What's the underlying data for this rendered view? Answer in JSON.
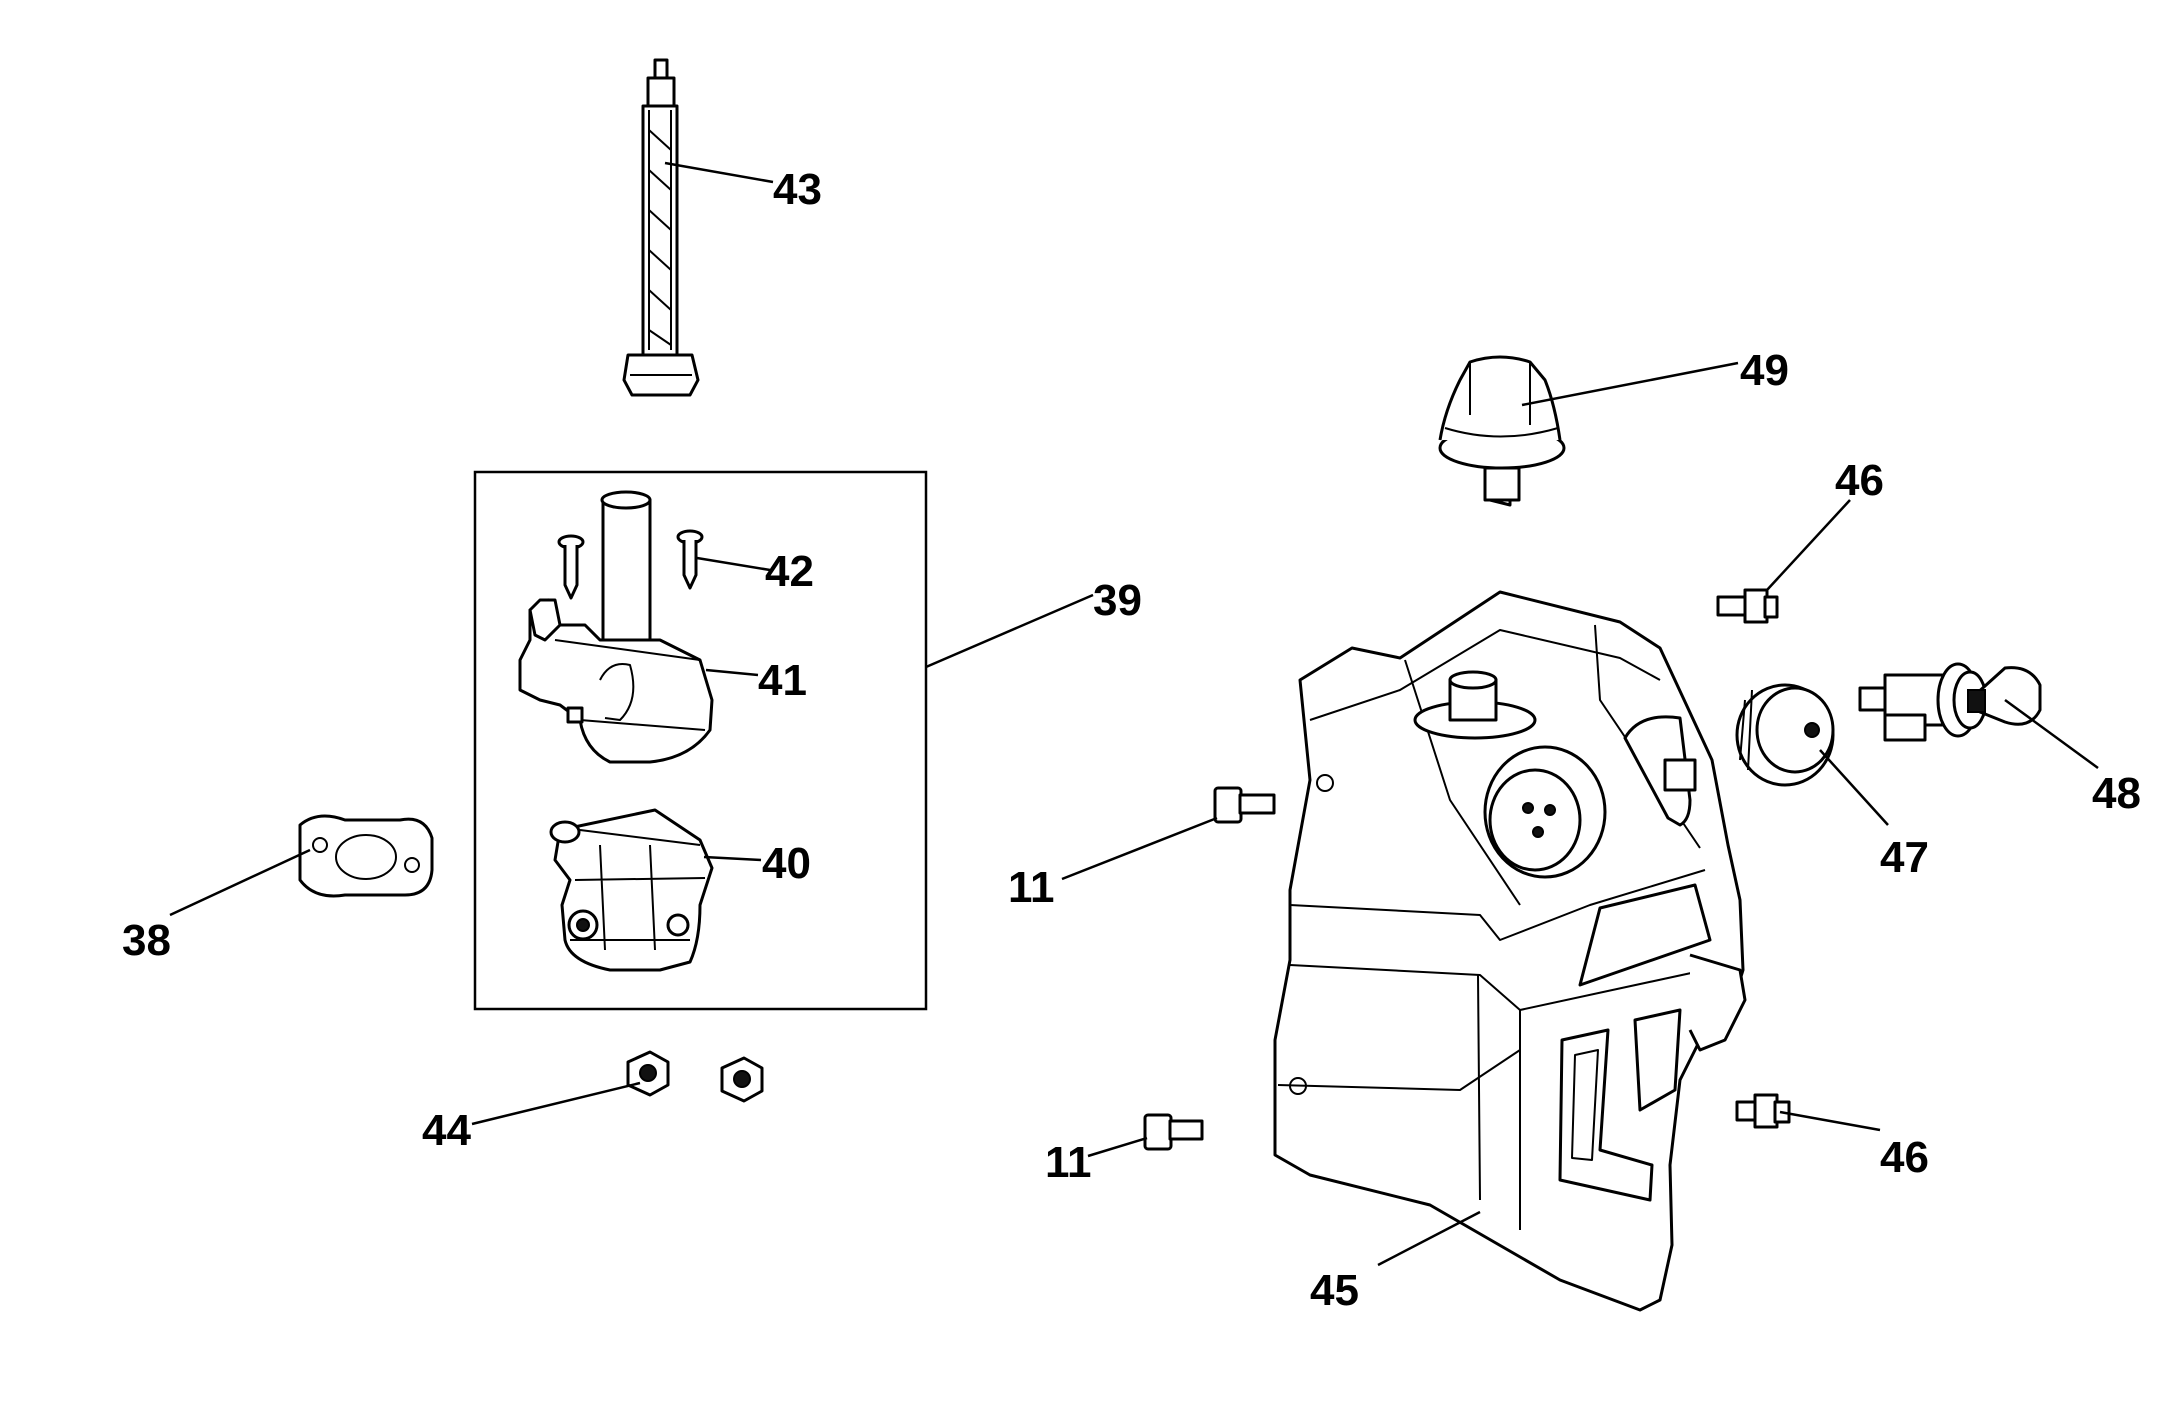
{
  "callouts": {
    "c43": "43",
    "c49": "49",
    "c46a": "46",
    "c42": "42",
    "c39": "39",
    "c41": "41",
    "c48": "48",
    "c47": "47",
    "c40": "40",
    "c11a": "11",
    "c38": "38",
    "c44": "44",
    "c11b": "11",
    "c46b": "46",
    "c45": "45"
  },
  "colors": {
    "line": "#000000",
    "background": "#ffffff"
  }
}
